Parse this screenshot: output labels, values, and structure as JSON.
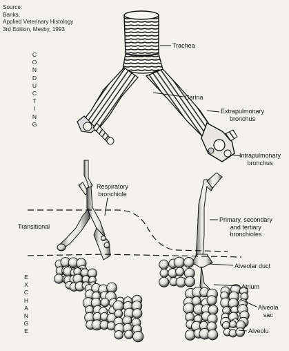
{
  "source": {
    "lines": [
      "Source:",
      "Banks,",
      "Applied Veterinary Histology",
      "3rd Edition, Mesby, 1993"
    ]
  },
  "sections": {
    "conducting": "CONDUCTING",
    "exchange": "EXCHANGE"
  },
  "labels": {
    "trachea": "Trachea",
    "carina": "Carina",
    "extrapulmonary": [
      "Extrapulmonary",
      "bronchus"
    ],
    "intrapulmonary": [
      "Intrapulmonary",
      "bronchus"
    ],
    "respiratory_bronchiole": [
      "Respiratory",
      "bronchiole"
    ],
    "transitional": "Transitional",
    "primary_secondary": [
      "Primary, secondary",
      "and tertiary",
      "bronchioles"
    ],
    "alveolar_duct": "Alveolar duct",
    "atrium": "Atrium",
    "alveolar_sac": [
      "Alveola",
      "sac"
    ],
    "alveolus": "Alveolu"
  }
}
